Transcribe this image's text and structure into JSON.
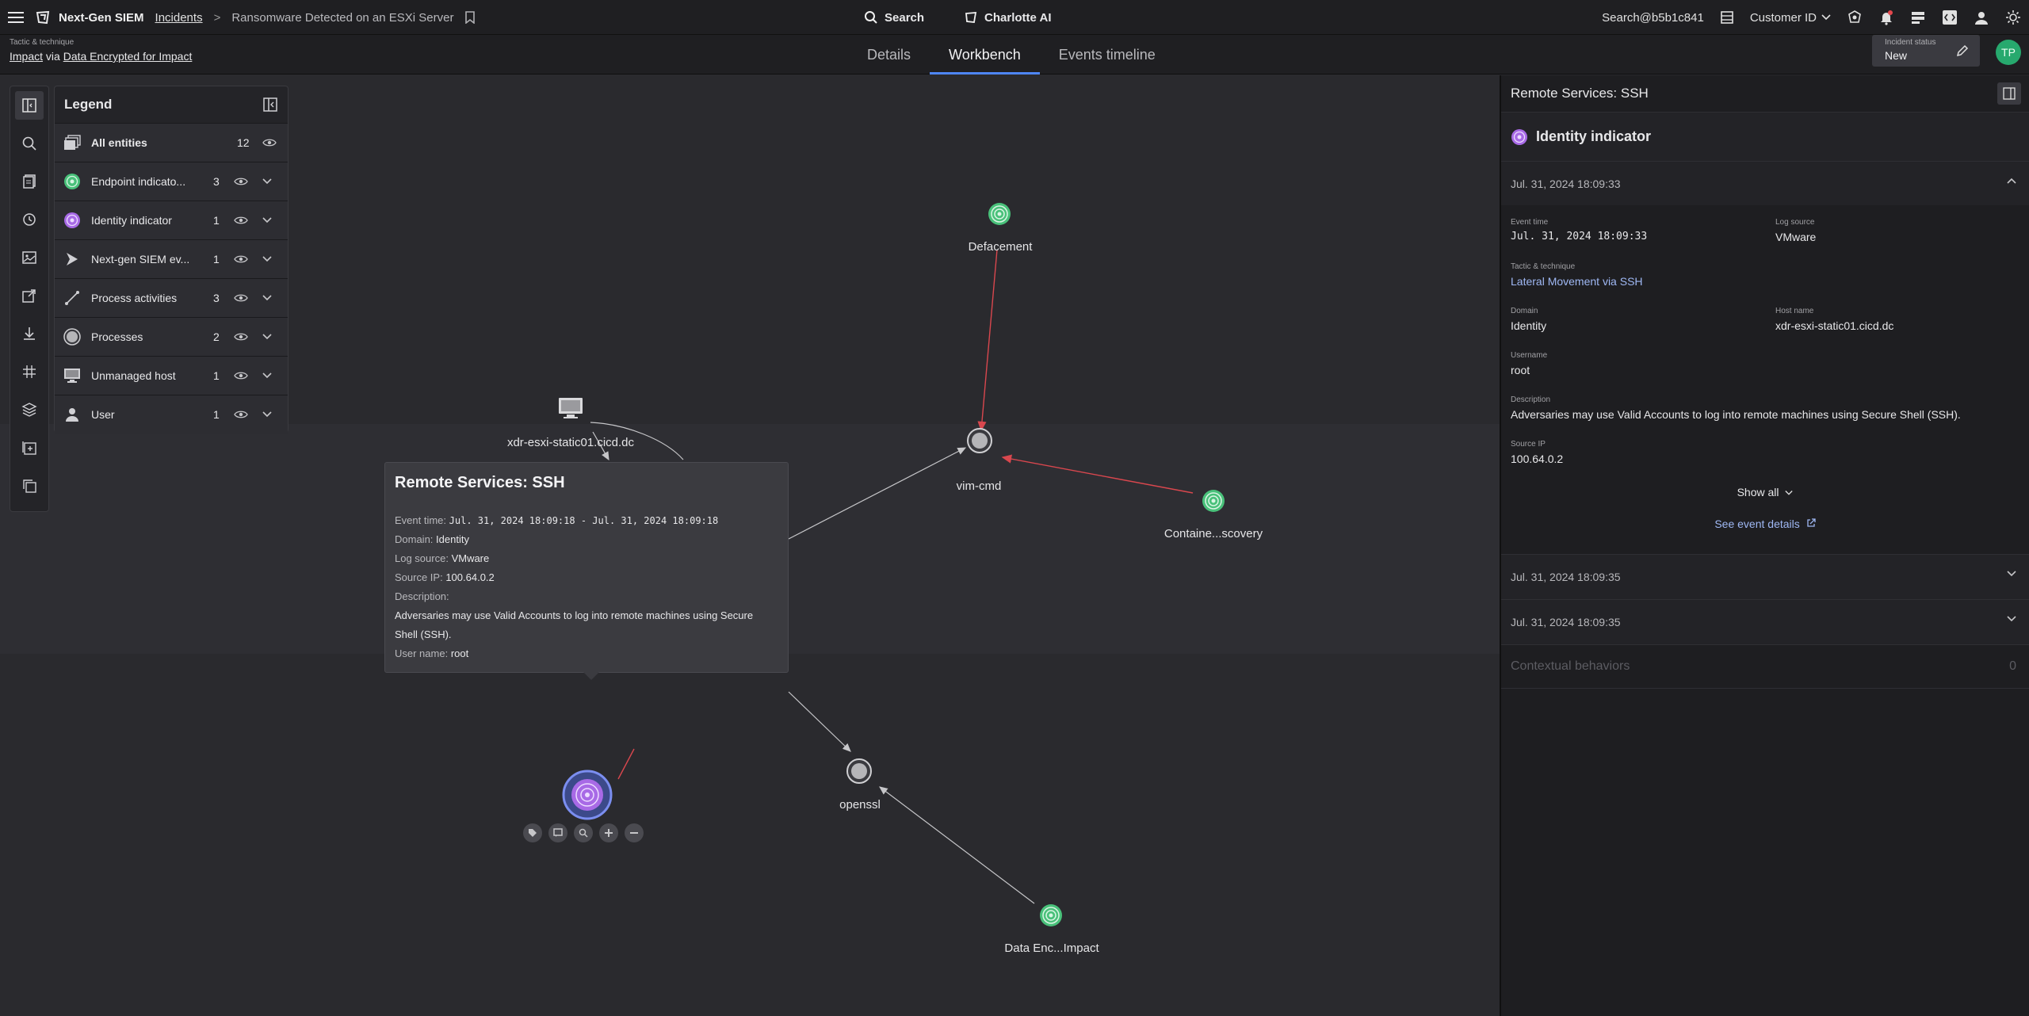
{
  "topbar": {
    "app_name": "Next-Gen SIEM",
    "breadcrumb_link": "Incidents",
    "breadcrumb_separator": ">",
    "breadcrumb_current": "Ransomware Detected on an ESXi Server",
    "search_label": "Search",
    "ai_label": "Charlotte AI",
    "user_email": "Search@b5b1c841",
    "customer_id_label": "Customer ID"
  },
  "subheader": {
    "tactic_label": "Tactic & technique",
    "tactic": "Impact",
    "via": "via",
    "technique": "Data Encrypted for Impact",
    "tabs": [
      "Details",
      "Workbench",
      "Events timeline"
    ],
    "active_tab": "Workbench",
    "status_label": "Incident status",
    "status_value": "New",
    "avatar_initials": "TP"
  },
  "legend": {
    "title": "Legend",
    "rows": [
      {
        "label": "All entities",
        "count": "12",
        "icon": "all-entities-icon"
      },
      {
        "label": "Endpoint indicato...",
        "count": "3",
        "icon": "endpoint-indicator-icon"
      },
      {
        "label": "Identity indicator",
        "count": "1",
        "icon": "identity-indicator-icon"
      },
      {
        "label": "Next-gen SIEM ev...",
        "count": "1",
        "icon": "siem-event-icon"
      },
      {
        "label": "Process activities",
        "count": "3",
        "icon": "process-activities-icon"
      },
      {
        "label": "Processes",
        "count": "2",
        "icon": "processes-icon"
      },
      {
        "label": "Unmanaged host",
        "count": "1",
        "icon": "unmanaged-host-icon"
      },
      {
        "label": "User",
        "count": "1",
        "icon": "user-icon"
      }
    ]
  },
  "graph": {
    "nodes": {
      "defacement": "Defacement",
      "vim_cmd": "vim-cmd",
      "container": "Containe...scovery",
      "host": "xdr-esxi-static01.cicd.dc",
      "openssl": "openssl",
      "data_enc": "Data Enc...Impact"
    },
    "colors": {
      "endpoint": "#49c17a",
      "identity": "#a86ae6",
      "process": "#b5b5b8",
      "edge_red": "#d9474e",
      "edge_gray": "#c6c6c9"
    }
  },
  "tooltip": {
    "title": "Remote Services: SSH",
    "event_time_label": "Event time:",
    "event_time_value": "Jul. 31, 2024 18:09:18 - Jul. 31, 2024 18:09:18",
    "domain_label": "Domain:",
    "domain_value": "Identity",
    "log_source_label": "Log source:",
    "log_source_value": "VMware",
    "source_ip_label": "Source IP:",
    "source_ip_value": "100.64.0.2",
    "description_label": "Description:",
    "description_value": "Adversaries may use Valid Accounts to log into remote machines using Secure Shell (SSH).",
    "user_label": "User name:",
    "user_value": "root"
  },
  "panel": {
    "title": "Remote Services: SSH",
    "identity_title": "Identity indicator",
    "event1_time": "Jul. 31, 2024 18:09:33",
    "event_time_label": "Event time",
    "event_time_value": "Jul. 31, 2024 18:09:33",
    "log_source_label": "Log source",
    "log_source_value": "VMware",
    "tactic_label": "Tactic & technique",
    "tactic_value": "Lateral Movement via SSH",
    "domain_label": "Domain",
    "domain_value": "Identity",
    "host_label": "Host name",
    "host_value": "xdr-esxi-static01.cicd.dc",
    "username_label": "Username",
    "username_value": "root",
    "description_label": "Description",
    "description_value": "Adversaries may use Valid Accounts to log into remote machines using Secure Shell (SSH).",
    "source_ip_label": "Source IP",
    "source_ip_value": "100.64.0.2",
    "show_all": "Show all",
    "see_event": "See event details",
    "event2_time": "Jul. 31, 2024 18:09:35",
    "event3_time": "Jul. 31, 2024 18:09:35",
    "contextual_label": "Contextual behaviors",
    "contextual_count": "0"
  }
}
